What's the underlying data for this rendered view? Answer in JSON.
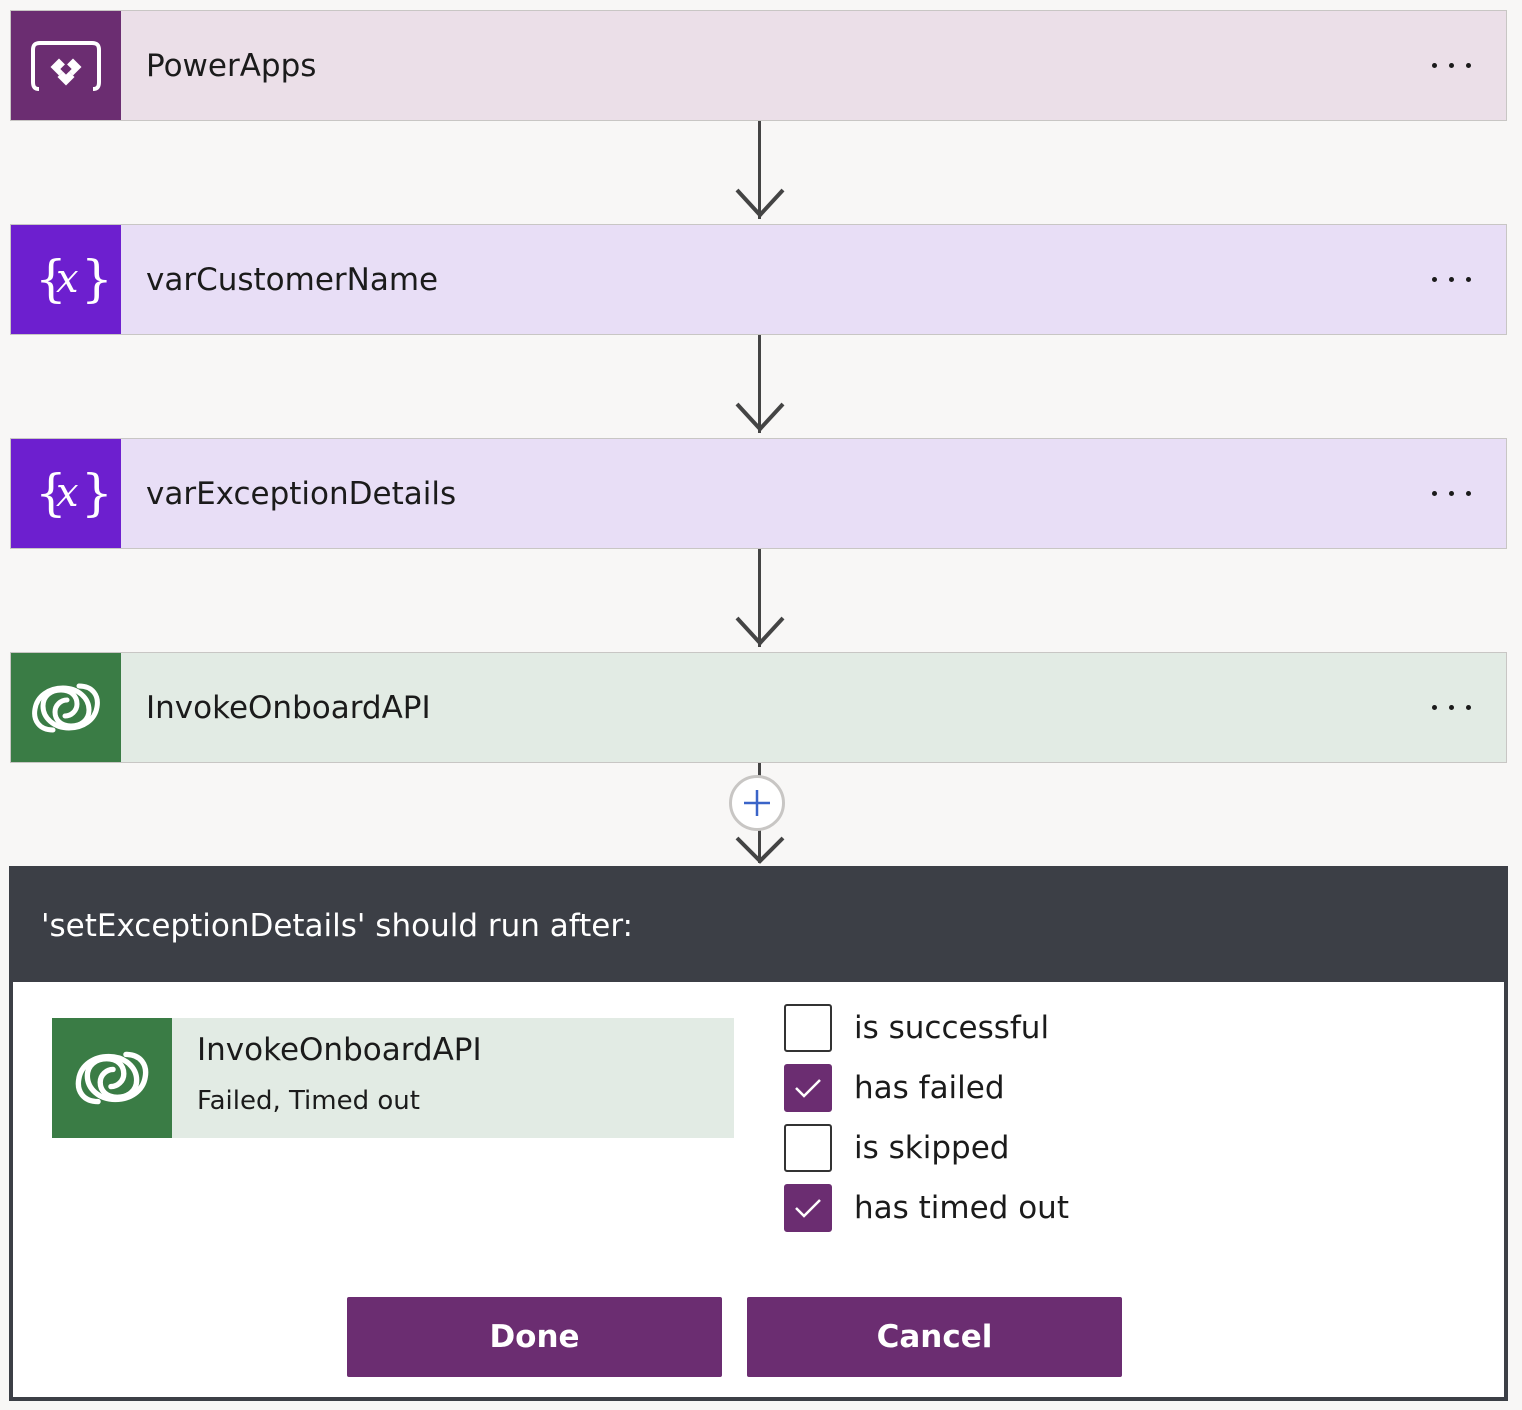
{
  "flow": {
    "steps": [
      {
        "title": "PowerApps",
        "icon": "powerapps-icon",
        "bg": "#ebdfe8",
        "icon_bg": "#6b2d71"
      },
      {
        "title": "varCustomerName",
        "icon": "variable-icon",
        "bg": "#e8def6",
        "icon_bg": "#6d1fcf"
      },
      {
        "title": "varExceptionDetails",
        "icon": "variable-icon",
        "bg": "#e8def6",
        "icon_bg": "#6d1fcf"
      },
      {
        "title": "InvokeOnboardAPI",
        "icon": "dataverse-icon",
        "bg": "#e2ebe4",
        "icon_bg": "#3a7c45"
      }
    ]
  },
  "dialog": {
    "title": "'setExceptionDetails' should run after:",
    "dependency": {
      "name": "InvokeOnboardAPI",
      "status": "Failed, Timed out"
    },
    "options": [
      {
        "label": "is successful",
        "checked": false
      },
      {
        "label": "has failed",
        "checked": true
      },
      {
        "label": "is skipped",
        "checked": false
      },
      {
        "label": "has timed out",
        "checked": true
      }
    ],
    "done_label": "Done",
    "cancel_label": "Cancel"
  },
  "colors": {
    "accent": "#6b2d71",
    "dialog_header": "#3c3f46",
    "plus_blue": "#3a64c8"
  }
}
